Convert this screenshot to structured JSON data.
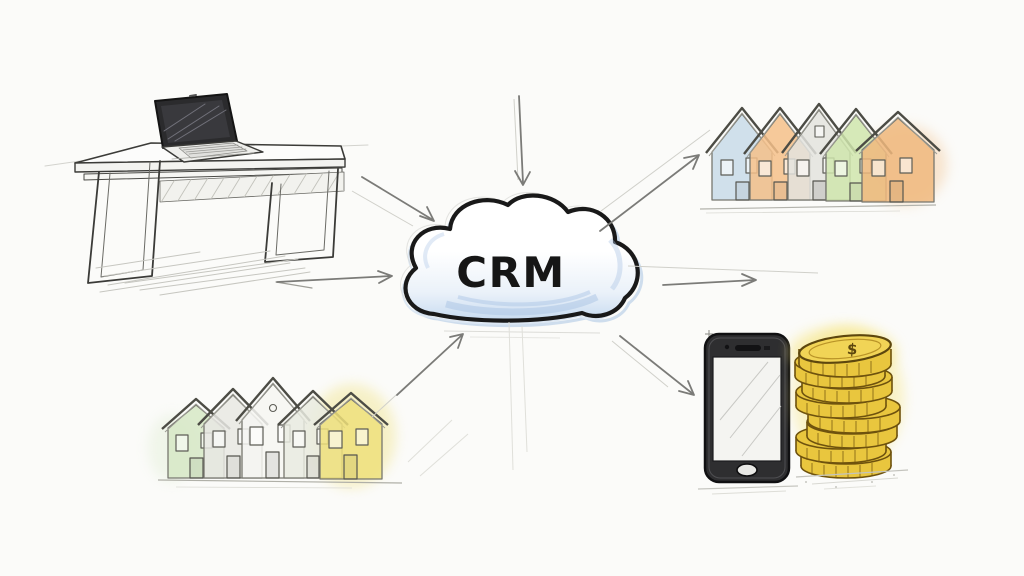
{
  "cloud": {
    "label": "CRM",
    "outline": "#191919",
    "fill_top": "#ffffff",
    "fill_bottom": "#c7dbf0",
    "shade": "#a9c4e4"
  },
  "houses_top_right": {
    "colors": [
      "#c8dbe9",
      "#f4c08a",
      "#e3e3de",
      "#cfe5ad",
      "#f0b97e"
    ]
  },
  "houses_bottom_left": {
    "colors": [
      "#d6e8c5",
      "#e8e8e3",
      "#f6f6f2",
      "#e9ebe0",
      "#efe07b"
    ]
  },
  "phone": {
    "body": "#2e2e30",
    "screen": "#f4f4f1"
  },
  "coins": {
    "gold": "#e9c63e",
    "face": "#f1d456",
    "edge": "#6e520e",
    "glow": "#f6e47a",
    "symbol": "$"
  },
  "arrows": {
    "color": "#7b7b78"
  },
  "connections": [
    {
      "id": "a1",
      "from": "desk-laptop",
      "to": "crm-cloud"
    },
    {
      "id": "a2",
      "from": "desk-laptop",
      "to": "crm-cloud"
    },
    {
      "id": "a3",
      "from": "above",
      "to": "crm-cloud"
    },
    {
      "id": "a4",
      "from": "crm-cloud",
      "to": "houses-top-right"
    },
    {
      "id": "a5",
      "from": "crm-cloud",
      "to": "right"
    },
    {
      "id": "a6",
      "from": "houses-bottom-left",
      "to": "crm-cloud"
    },
    {
      "id": "a7",
      "from": "crm-cloud",
      "to": "smartphone-coins"
    }
  ]
}
